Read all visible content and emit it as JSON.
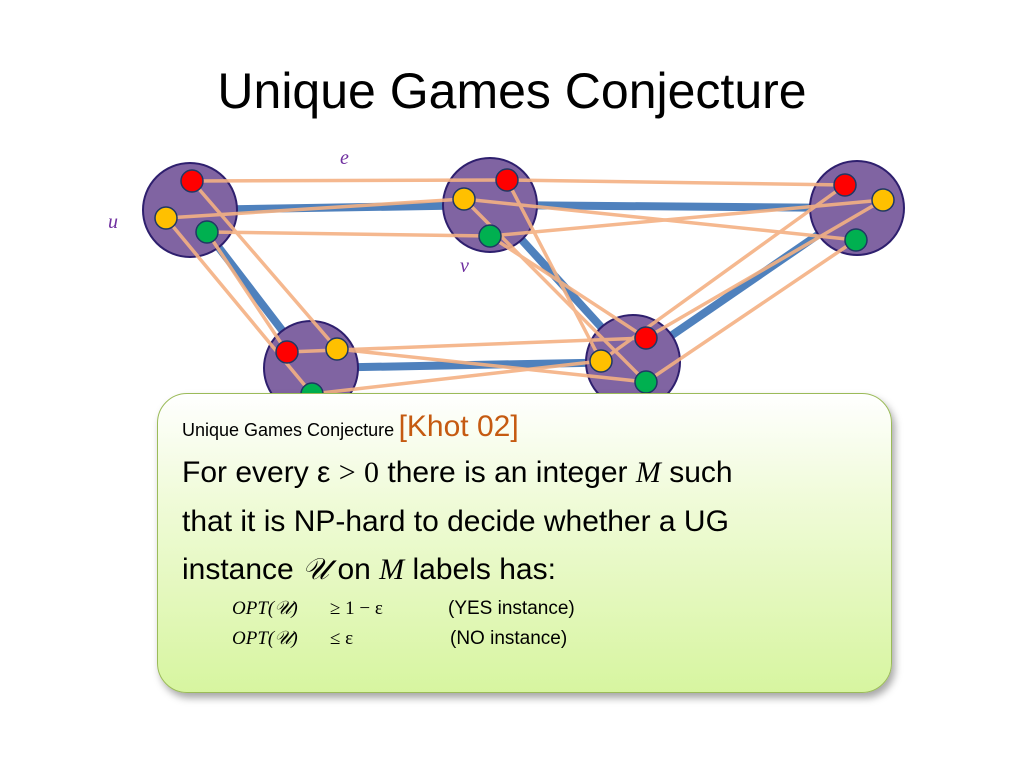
{
  "slide": {
    "title": "Unique Games Conjecture"
  },
  "graph_labels": {
    "u": "u",
    "v": "v",
    "e": "e"
  },
  "colors": {
    "node_fill": "#8064a2",
    "node_border": "#2e1f6e",
    "thick_edge": "#4f81bd",
    "constraint_edge": "#f4b183",
    "label_red": "#ff0000",
    "label_yellow": "#ffc000",
    "label_green": "#00b050"
  },
  "box": {
    "heading": "Unique Games Conjecture",
    "citation": "[Khot 02]",
    "line1_a": "For every ε",
    "line1_op": ">",
    "line1_zero": "0",
    "line1_b": "there is an integer",
    "line1_M": "M",
    "line1_c": "such",
    "line2": "that it is NP-hard to decide whether a UG",
    "line3_a": "instance",
    "line3_U": "𝒰",
    "line3_b": "on",
    "line3_M": "M",
    "line3_c": "labels has:",
    "yes_formula": "OPT(𝒰)",
    "yes_rel": "≥ 1 − ε",
    "yes_note": "(YES instance)",
    "no_formula": "OPT(𝒰)",
    "no_rel": "≤  ε",
    "no_note": "(NO instance)"
  }
}
